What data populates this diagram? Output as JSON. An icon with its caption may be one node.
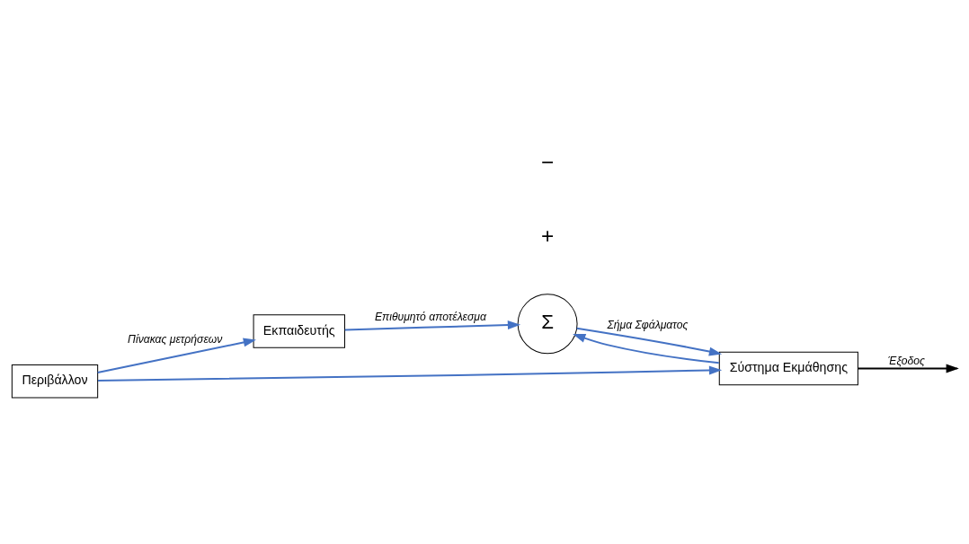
{
  "diagram": {
    "nodes": [
      {
        "text": [
          "Περιβάλλον"
        ]
      },
      {
        "text": [
          "Εκπαιδευτής"
        ]
      },
      {
        "text": [
          "Σύστημα Εκμάθησης"
        ]
      },
      {
        "text": [
          "Σ"
        ]
      }
    ],
    "edges": [
      {
        "from": 0,
        "to": 1,
        "arrow": "to",
        "label": "Πίνακας μετρήσεων"
      },
      {
        "from": 0,
        "to": 2,
        "arrow": "to"
      },
      {
        "from": 1,
        "to": 3,
        "arrow": "to",
        "label": "Επιθυμητό αποτέλεσμα"
      },
      {
        "from": 2,
        "to": null,
        "arrow": "to",
        "label": "Έξοδος",
        "color": "#000000"
      },
      {
        "from": 2,
        "to": 3,
        "arrow": "to"
      },
      {
        "from": 3,
        "to": 2,
        "arrow": "to",
        "label": "Σήμα Σφάλματος"
      }
    ],
    "labels": [
      "+",
      "−"
    ]
  }
}
